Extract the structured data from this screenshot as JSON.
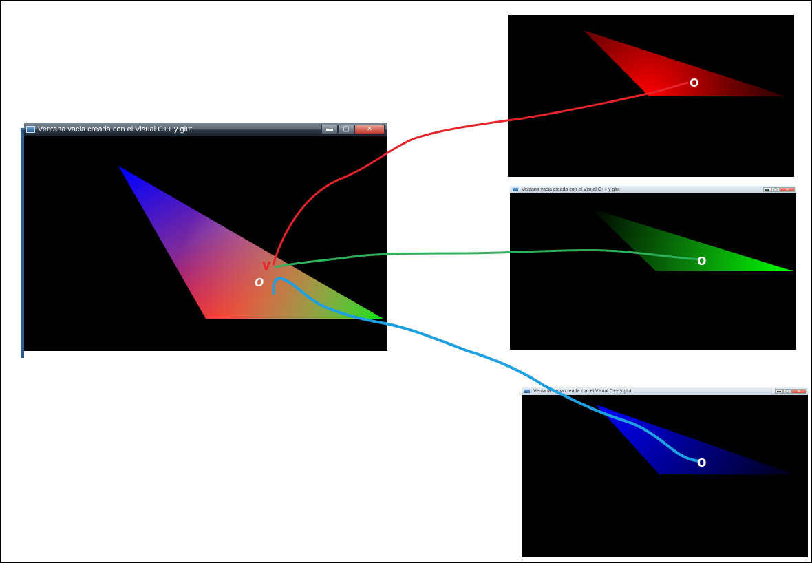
{
  "main_window": {
    "title": "Ventana vacia creada con el Visual C++ y glut",
    "controls": {
      "minimize": "▬",
      "maximize": "▢",
      "close": "✕"
    }
  },
  "green_window": {
    "title": "Ventana vacia creada con el Visual C++ y glut",
    "controls": {
      "minimize": "▬",
      "maximize": "▢",
      "close": "✕"
    }
  },
  "blue_window": {
    "title": "Ventana vacia creada con el Visual C++ y glut",
    "controls": {
      "minimize": "▬",
      "maximize": "▢",
      "close": "✕"
    }
  },
  "annotations": {
    "red_mark": "v",
    "origin_mark": "o",
    "red_target_mark": "o",
    "green_target_mark": "o",
    "blue_target_mark": "o"
  },
  "colors": {
    "vertex_red": "#ff0000",
    "vertex_green": "#00ff00",
    "vertex_blue": "#0000ff",
    "arrow_red": "#e5242c",
    "arrow_green": "#2fb05a",
    "arrow_blue": "#1fa0e0",
    "annotation_white": "#ffffff"
  }
}
